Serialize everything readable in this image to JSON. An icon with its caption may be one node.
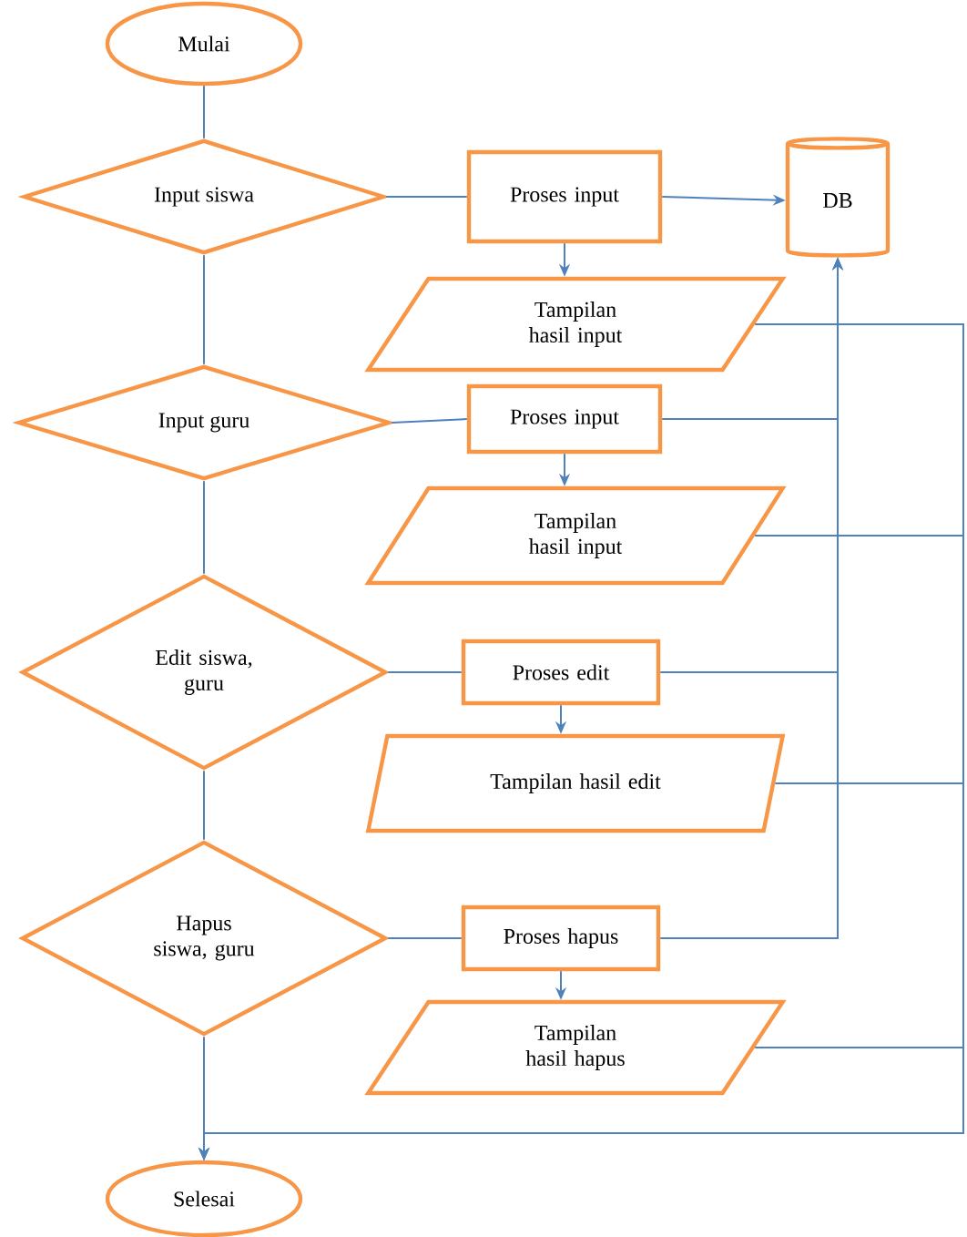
{
  "diagram": {
    "nodes": [
      {
        "text": [
          "Mulai"
        ]
      },
      {
        "text": [
          "Input siswa"
        ]
      },
      {
        "text": [
          "Proses input"
        ]
      },
      {
        "text": [
          "DB"
        ]
      },
      {
        "text": [
          "Tampilan hasil input"
        ]
      },
      {
        "text": [
          "Input guru"
        ]
      },
      {
        "text": [
          "Proses input"
        ]
      },
      {
        "text": [
          "Tampilan hasil input"
        ]
      },
      {
        "text": [
          "Edit siswa, guru"
        ]
      },
      {
        "text": [
          "Proses edit"
        ]
      },
      {
        "text": [
          "Tampilan hasil edit"
        ]
      },
      {
        "text": [
          "Hapus siswa, guru"
        ]
      },
      {
        "text": [
          "Proses hapus"
        ]
      },
      {
        "text": [
          "Tampilan hasil hapus"
        ]
      },
      {
        "text": [
          "Selesai"
        ]
      }
    ],
    "edges": [
      {
        "from": 0,
        "to": 1,
        "arrow": "none"
      },
      {
        "from": 1,
        "to": 5,
        "arrow": "none"
      },
      {
        "from": 5,
        "to": 8,
        "arrow": "none"
      },
      {
        "from": 8,
        "to": 11,
        "arrow": "none"
      },
      {
        "from": 11,
        "to": 14,
        "arrow": "to"
      },
      {
        "from": 1,
        "to": 2,
        "arrow": "none"
      },
      {
        "from": 2,
        "to": 3,
        "arrow": "to"
      },
      {
        "from": 2,
        "to": 4,
        "arrow": "to"
      },
      {
        "from": 5,
        "to": 6,
        "arrow": "none"
      },
      {
        "from": 6,
        "to": 7,
        "arrow": "to"
      },
      {
        "from": 6,
        "to": 3,
        "arrow": "to"
      },
      {
        "from": 8,
        "to": 9,
        "arrow": "none"
      },
      {
        "from": 9,
        "to": 10,
        "arrow": "to"
      },
      {
        "from": 9,
        "to": 3,
        "arrow": "to"
      },
      {
        "from": 11,
        "to": 12,
        "arrow": "none"
      },
      {
        "from": 12,
        "to": 13,
        "arrow": "to"
      },
      {
        "from": 12,
        "to": 3,
        "arrow": "to"
      },
      {
        "from": 4,
        "to": 14,
        "arrow": "to"
      },
      {
        "from": 7,
        "to": 14,
        "arrow": "to"
      },
      {
        "from": 10,
        "to": 14,
        "arrow": "to"
      },
      {
        "from": 13,
        "to": 14,
        "arrow": "to"
      }
    ]
  }
}
